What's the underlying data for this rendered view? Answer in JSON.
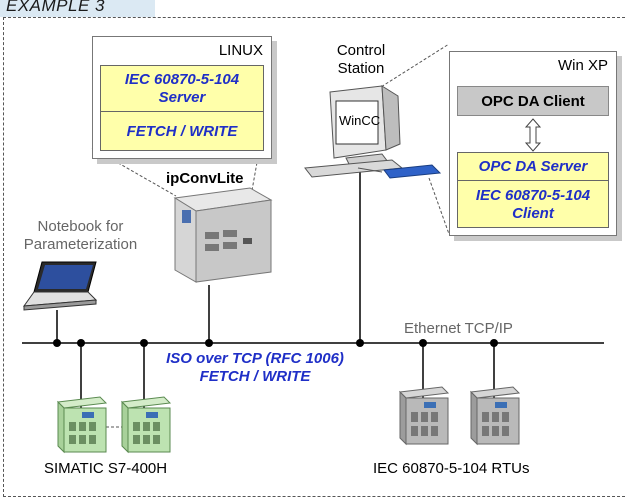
{
  "header": {
    "title": "EXAMPLE 3"
  },
  "linux_panel": {
    "title": "LINUX",
    "server_label": "IEC 60870-5-104 Server",
    "protocol_label": "FETCH / WRITE"
  },
  "ipconv": {
    "label": "ipConvLite"
  },
  "control_station": {
    "label": "Control Station",
    "screen_text": "WinCC"
  },
  "winxp_panel": {
    "title": "Win XP",
    "opc_client": "OPC DA Client",
    "opc_server": "OPC DA Server",
    "iec_client": "IEC 60870-5-104 Client"
  },
  "notebook": {
    "label": "Notebook for Parameterization"
  },
  "network": {
    "ethernet_label": "Ethernet TCP/IP",
    "iso_label_line1": "ISO over TCP (RFC 1006)",
    "iso_label_line2": "FETCH / WRITE"
  },
  "plc": {
    "label": "SIMATIC S7-400H"
  },
  "rtu": {
    "label": "IEC 60870-5-104 RTUs"
  },
  "colors": {
    "accent_blue": "#1f2fc7",
    "highlight_yellow": "#ffffaa",
    "plc_green": "#b8e0b0",
    "rtu_grey": "#b8b8b8"
  }
}
